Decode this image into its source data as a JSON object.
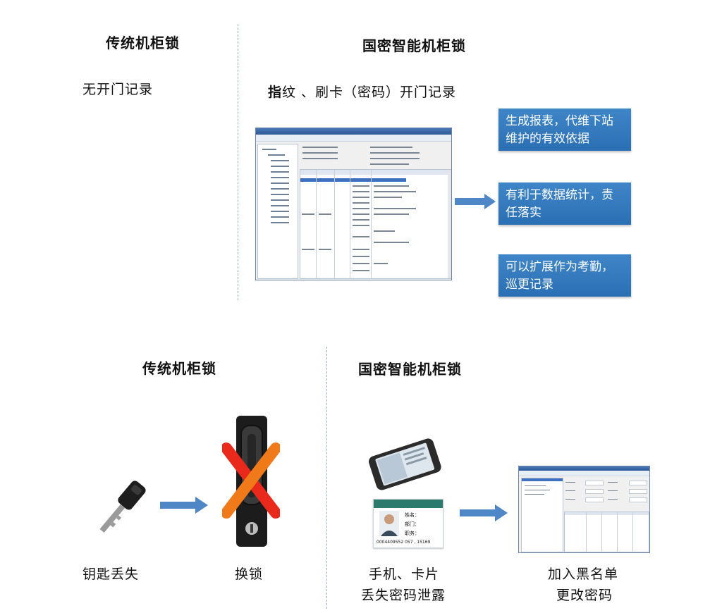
{
  "top": {
    "left_title": "传统机柜锁",
    "left_note": "无开门记录",
    "right_title": "国密智能机柜锁",
    "right_note_bold": "指",
    "right_note_rest": "纹 、刷卡（密码）开门记录",
    "benefits": [
      "生成报表，代维下站维护的有效依据",
      "有利于数据统计，责任落实",
      "可以扩展作为考勤，巡更记录"
    ]
  },
  "bottom": {
    "left_title": "传统机柜锁",
    "right_title": "国密智能机柜锁",
    "key_caption": "钥匙丢失",
    "lock_caption": "换锁",
    "loss_caption": [
      "手机、卡片",
      "丢失密码泄露"
    ],
    "action_caption": [
      "加入黑名单",
      "更改密码"
    ],
    "card": {
      "name_label": "姓名：",
      "dept_label": "部门：",
      "title_label": "职务：",
      "number": "0004409552  057 , 15169"
    }
  },
  "colors": {
    "box_blue": "#2f78bd",
    "arrow_blue": "#4f86c6",
    "cross_red": "#e8291c",
    "cross_orange": "#f07a1a"
  }
}
